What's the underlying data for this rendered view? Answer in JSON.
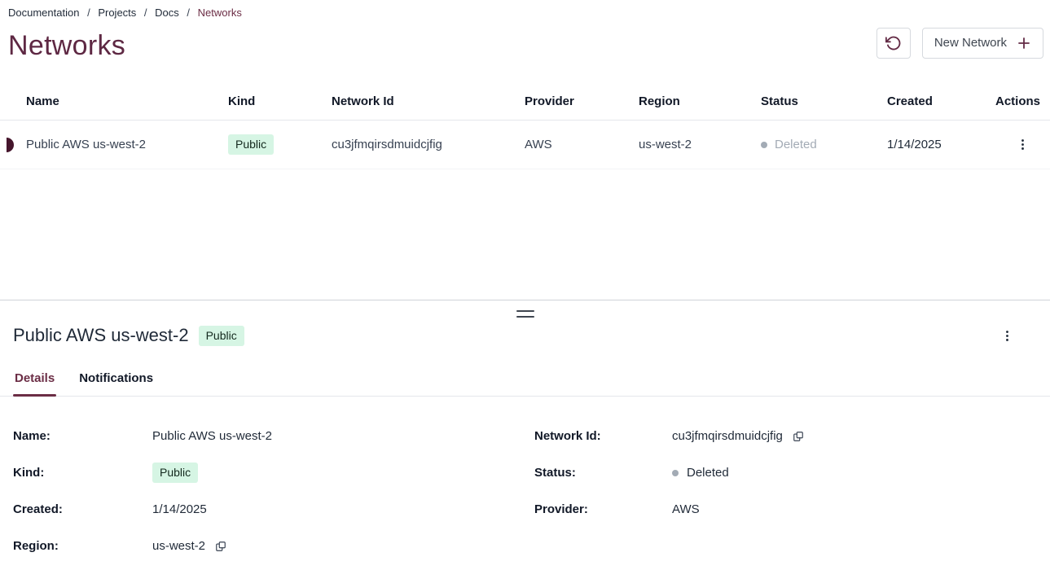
{
  "breadcrumb": {
    "separator": "/",
    "items": [
      {
        "label": "Documentation"
      },
      {
        "label": "Projects"
      },
      {
        "label": "Docs"
      },
      {
        "label": "Networks"
      }
    ]
  },
  "page": {
    "title": "Networks"
  },
  "toolbar": {
    "new_network_label": "New Network"
  },
  "table": {
    "columns": [
      "Name",
      "Kind",
      "Network Id",
      "Provider",
      "Region",
      "Status",
      "Created",
      "Actions"
    ],
    "rows": [
      {
        "name": "Public AWS us-west-2",
        "kind": "Public",
        "network_id": "cu3jfmqirsdmuidcjfig",
        "provider": "AWS",
        "region": "us-west-2",
        "status": "Deleted",
        "created": "1/14/2025"
      }
    ]
  },
  "drawer": {
    "title": "Public AWS us-west-2",
    "badge": "Public",
    "tabs": [
      {
        "label": "Details",
        "active": true
      },
      {
        "label": "Notifications",
        "active": false
      }
    ],
    "details": {
      "left": [
        {
          "label": "Name:",
          "value": "Public AWS us-west-2"
        },
        {
          "label": "Kind:",
          "value": "Public"
        },
        {
          "label": "Created:",
          "value": "1/14/2025"
        },
        {
          "label": "Region:",
          "value": "us-west-2"
        }
      ],
      "right": [
        {
          "label": "Network Id:",
          "value": "cu3jfmqirsdmuidcjfig"
        },
        {
          "label": "Status:",
          "value": "Deleted"
        },
        {
          "label": "Provider:",
          "value": "AWS"
        }
      ]
    }
  },
  "colors": {
    "accent": "#6b2d45",
    "title": "#5e2843",
    "row_marker": "#45152c",
    "badge_bg": "#d6f5e4",
    "status_grey": "#a3abb5"
  }
}
